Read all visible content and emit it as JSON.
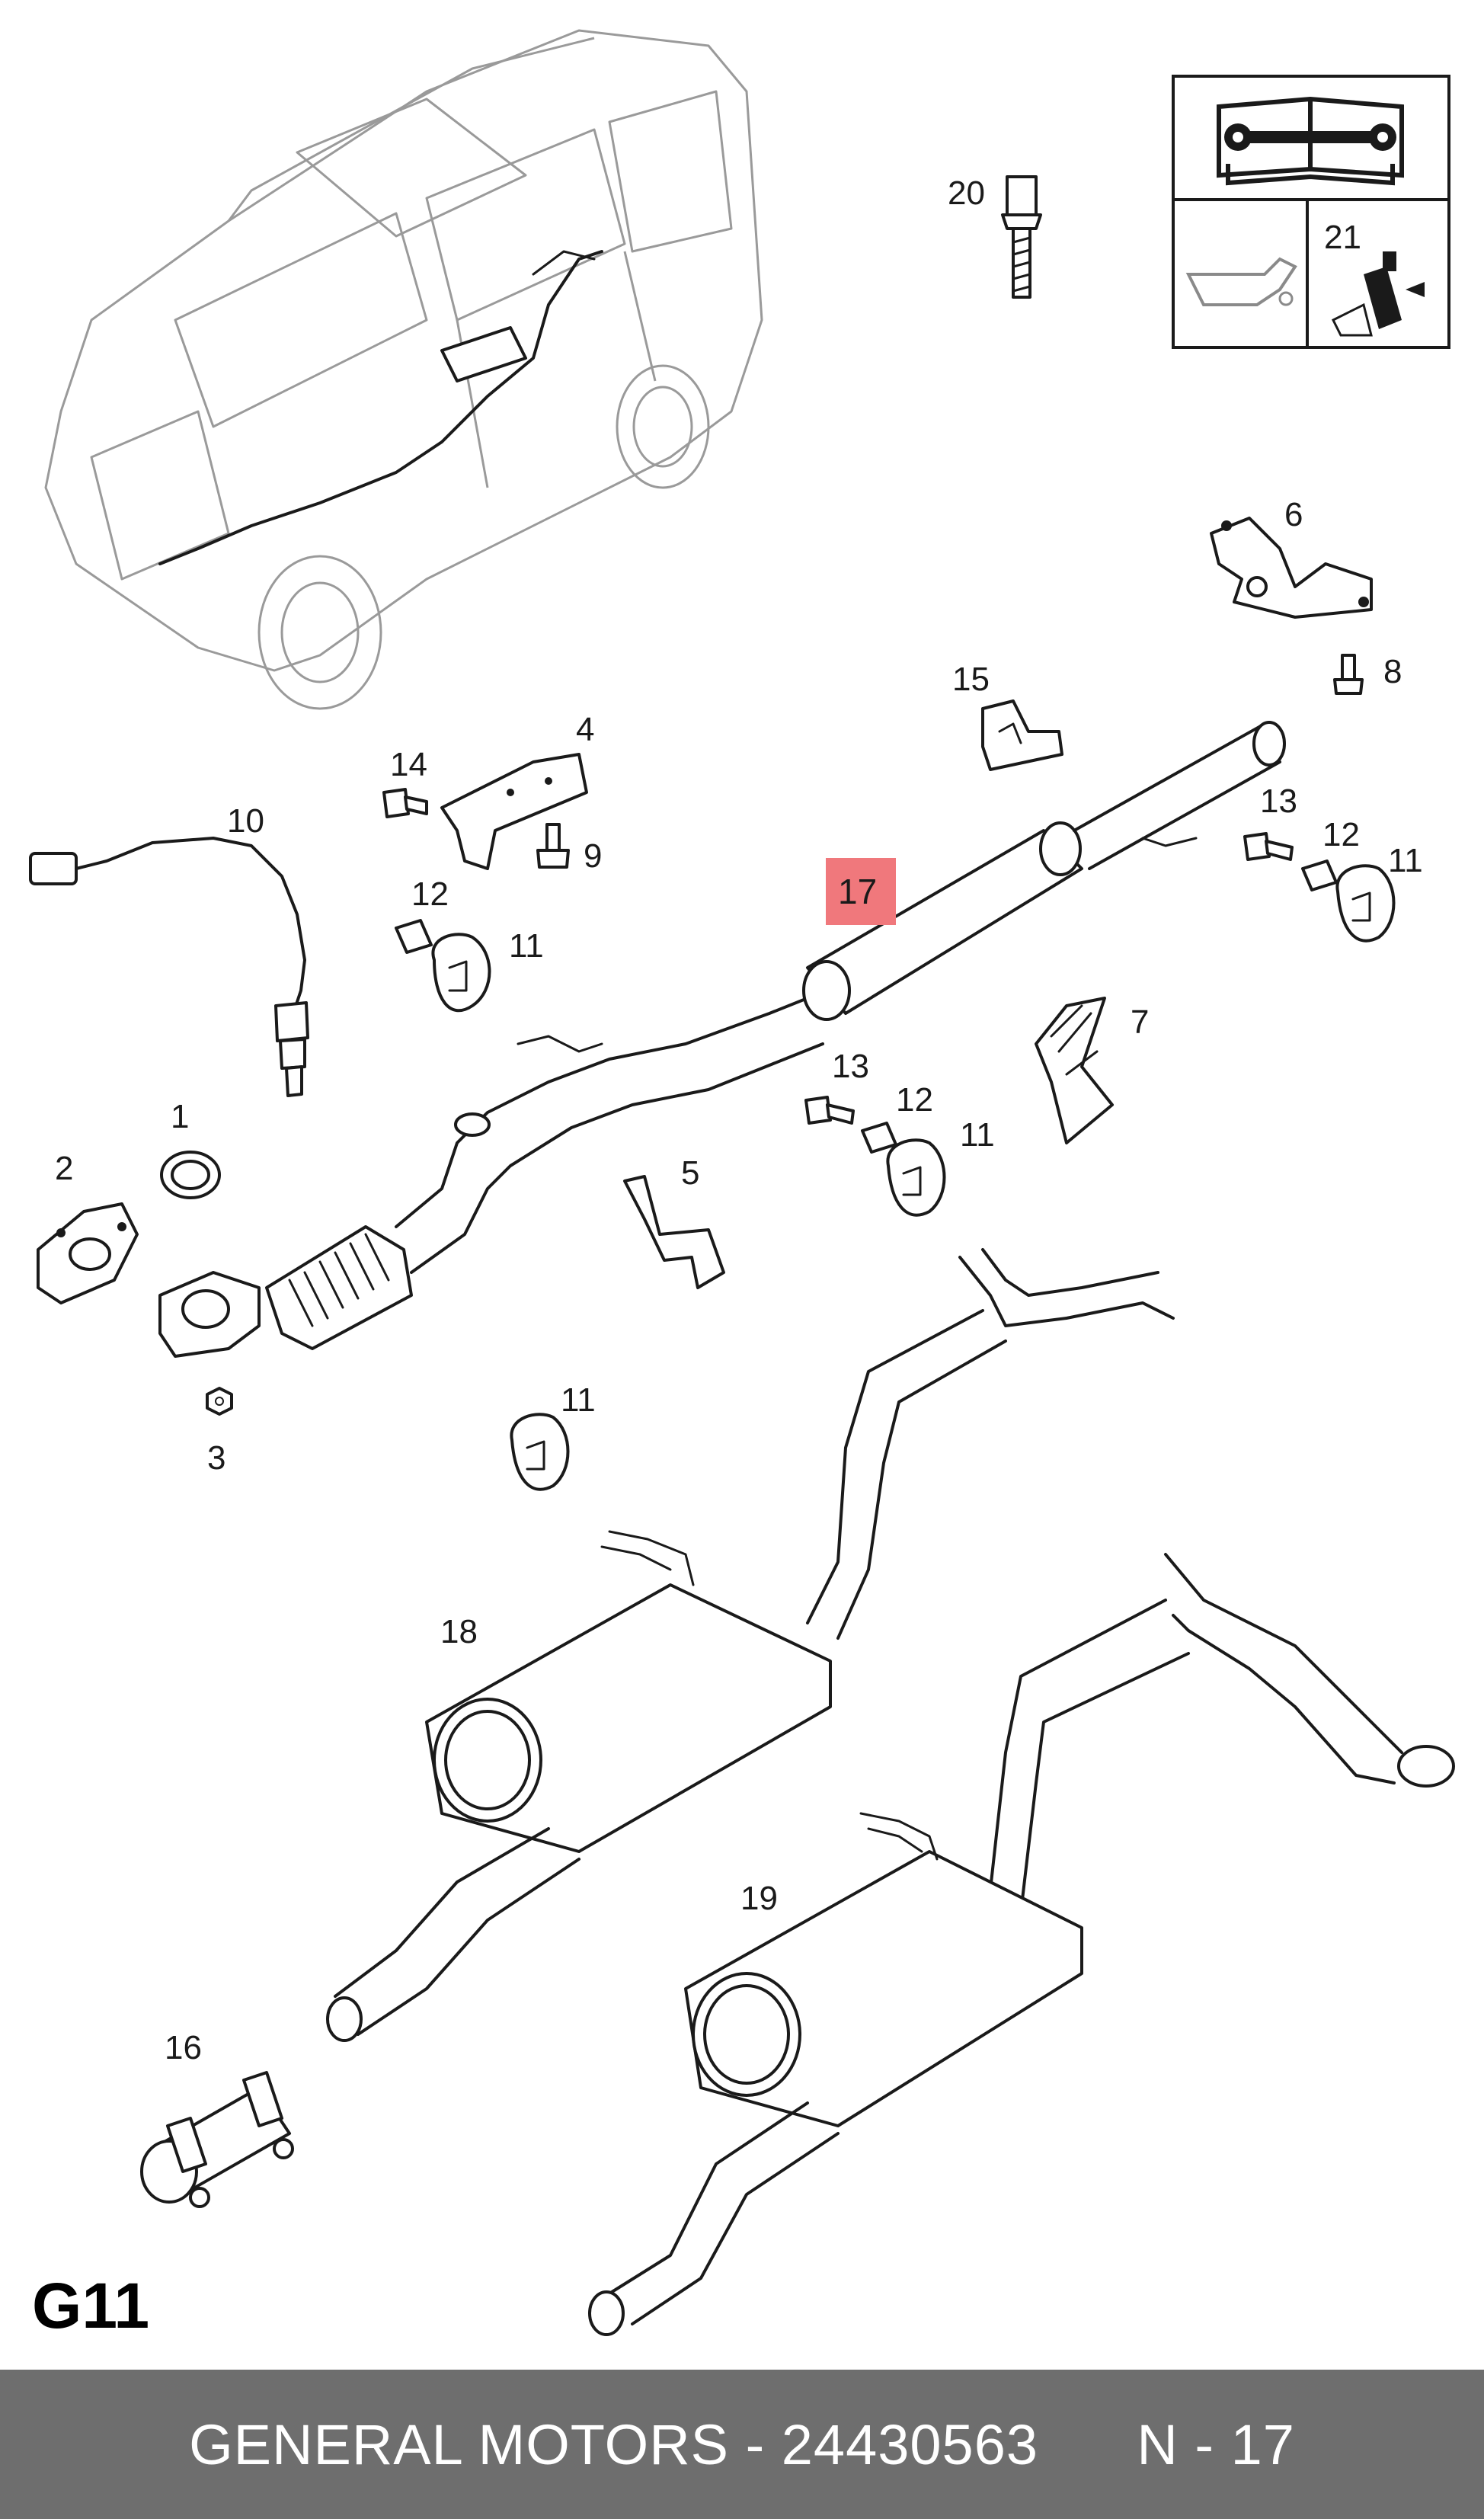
{
  "diagram": {
    "page_code": "G11",
    "highlight_color": "#f0787c",
    "callouts": {
      "p1": "1",
      "p2": "2",
      "p3": "3",
      "p4": "4",
      "p5": "5",
      "p6": "6",
      "p7": "7",
      "p8": "8",
      "p9": "9",
      "p10": "10",
      "p11a": "11",
      "p11b": "11",
      "p11c": "11",
      "p11d": "11",
      "p12a": "12",
      "p12b": "12",
      "p12c": "12",
      "p13a": "13",
      "p13b": "13",
      "p14": "14",
      "p15": "15",
      "p16": "16",
      "p17": "17",
      "p18": "18",
      "p19": "19",
      "p20": "20",
      "p21": "21"
    },
    "icons": [
      "manual-wrench-icon",
      "oil-can-icon",
      "sealant-tube-icon"
    ]
  },
  "footer": {
    "text": "GENERAL MOTORS - 24430563      N - 17"
  }
}
